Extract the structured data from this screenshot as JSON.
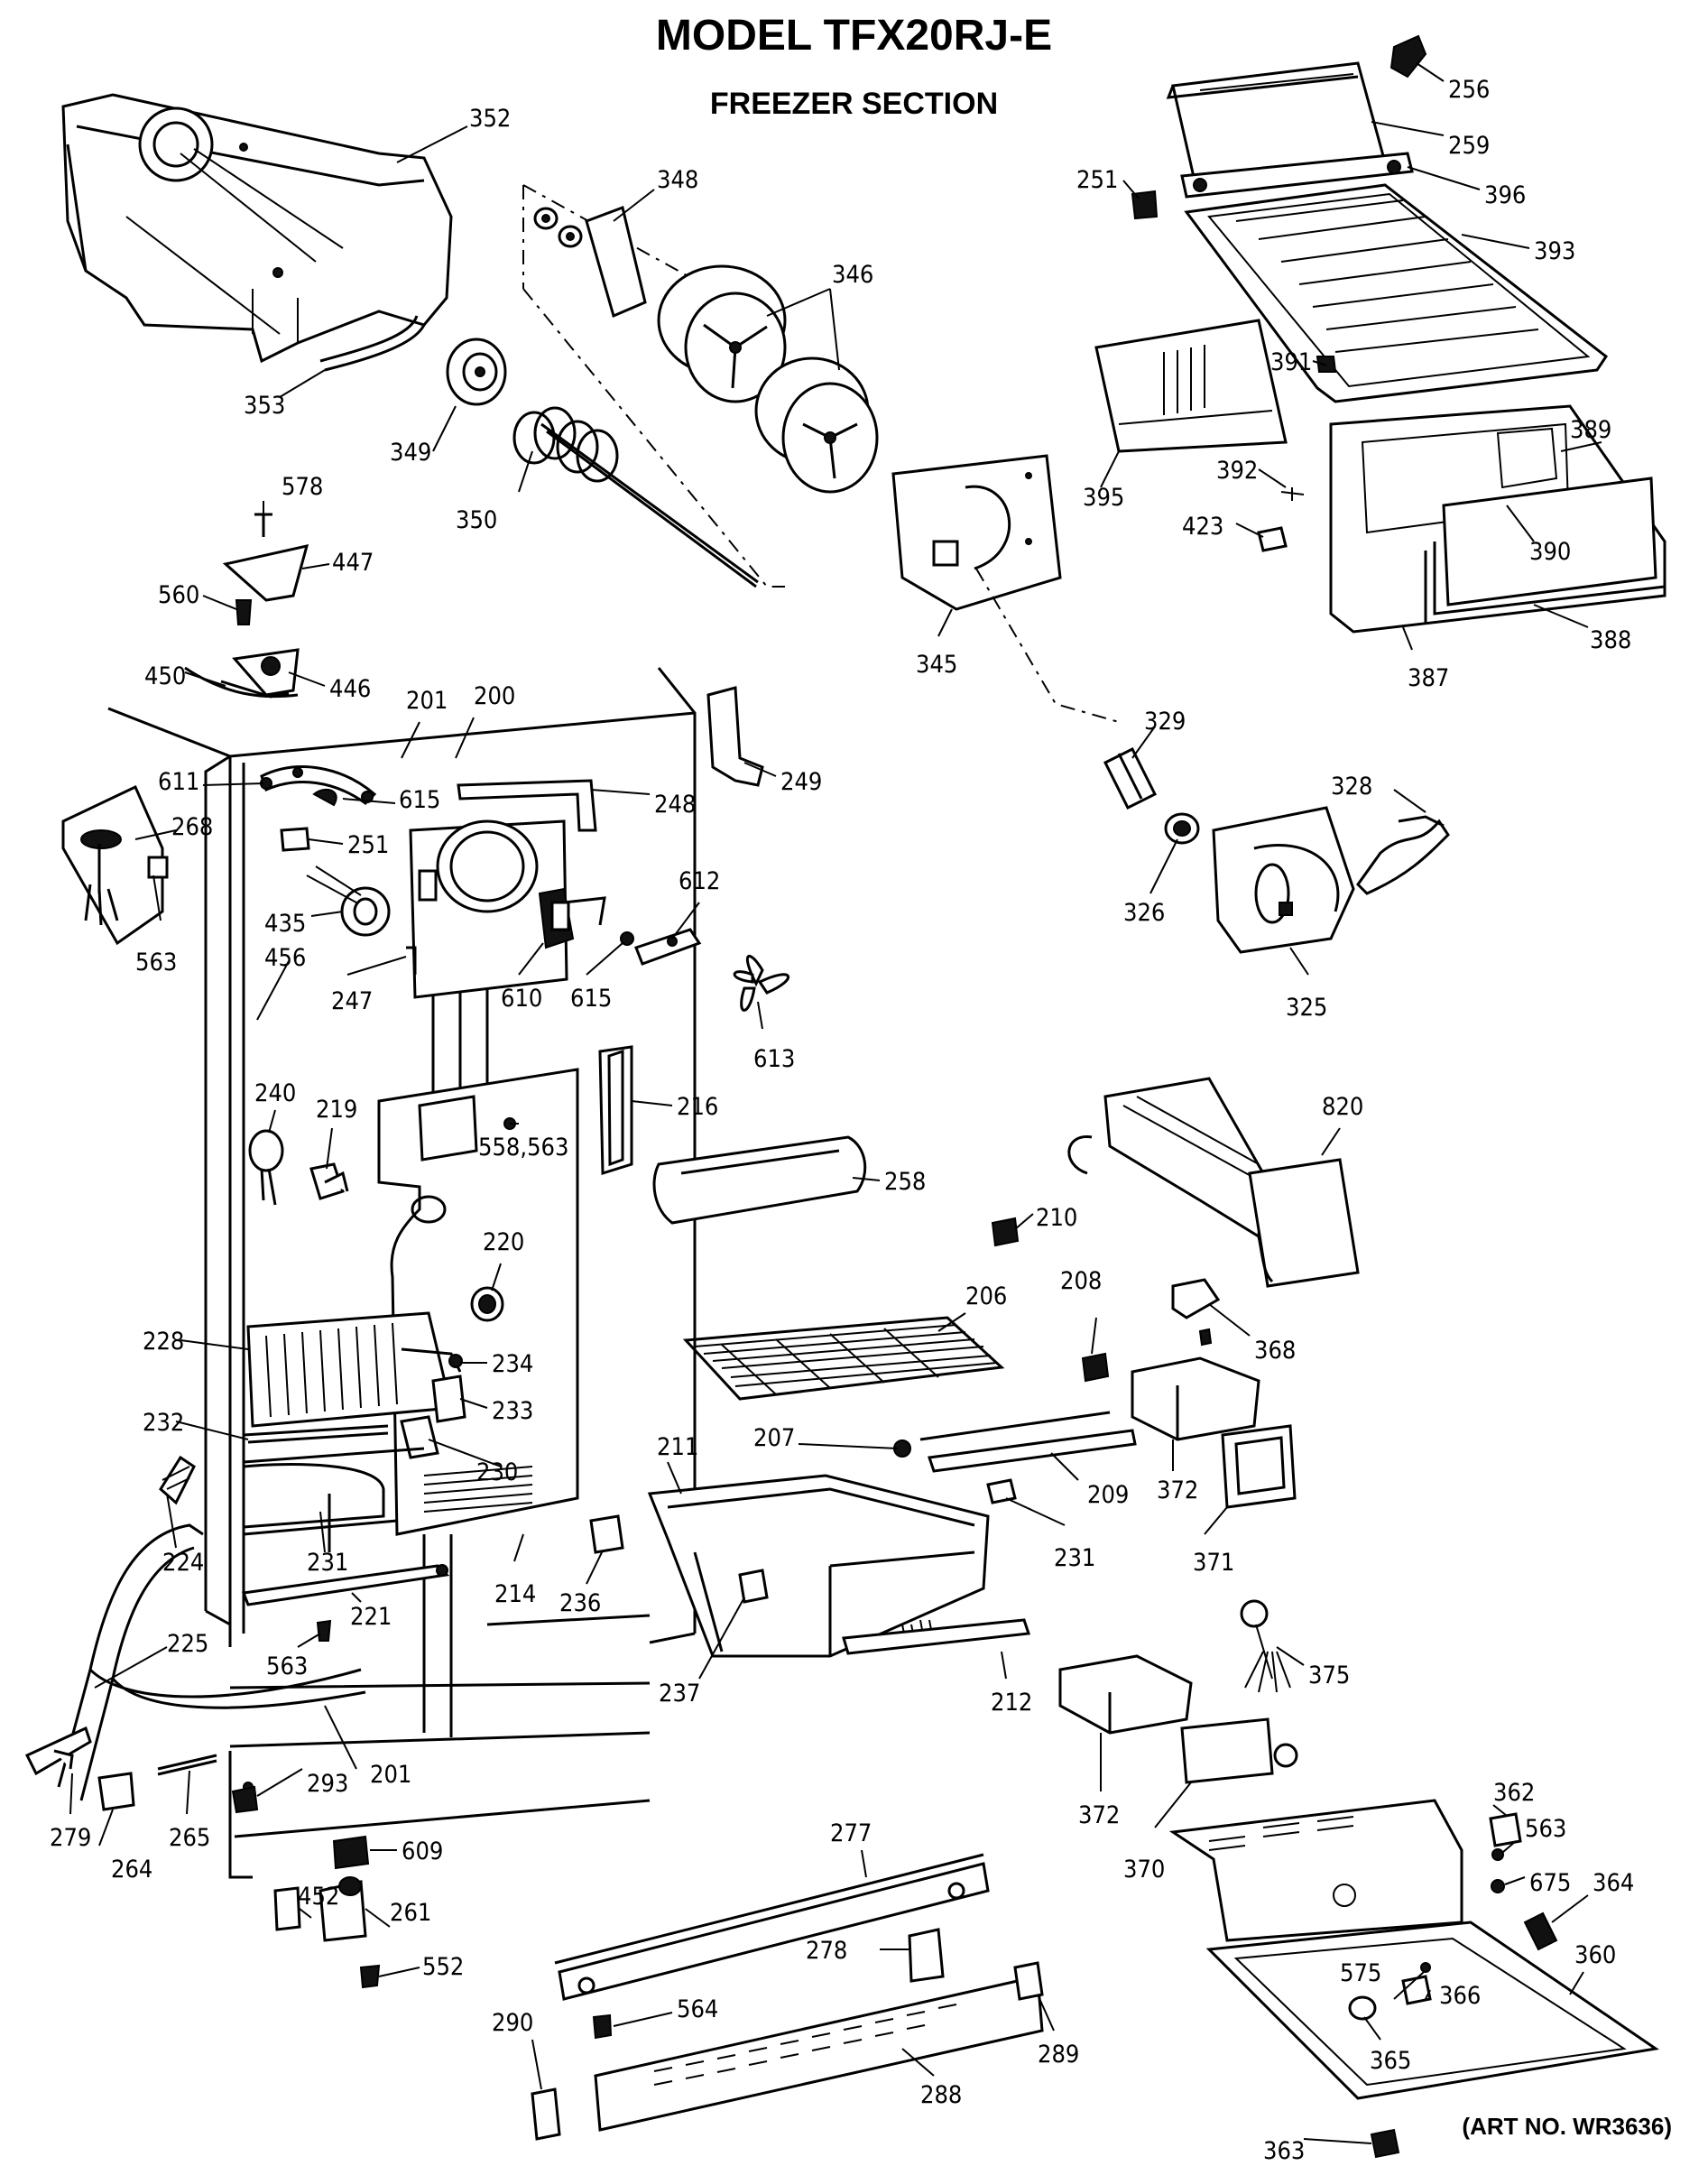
{
  "header": {
    "model": "MODEL TFX20RJ-E",
    "section": "FREEZER SECTION",
    "art_no": "(ART NO. WR3636)"
  },
  "parts": [
    {
      "id": "352",
      "label": "352"
    },
    {
      "id": "348",
      "label": "348"
    },
    {
      "id": "346",
      "label": "346"
    },
    {
      "id": "353",
      "label": "353"
    },
    {
      "id": "349",
      "label": "349"
    },
    {
      "id": "350",
      "label": "350"
    },
    {
      "id": "345",
      "label": "345"
    },
    {
      "id": "256",
      "label": "256"
    },
    {
      "id": "259",
      "label": "259"
    },
    {
      "id": "251a",
      "label": "251"
    },
    {
      "id": "396",
      "label": "396"
    },
    {
      "id": "393",
      "label": "393"
    },
    {
      "id": "391",
      "label": "391"
    },
    {
      "id": "395",
      "label": "395"
    },
    {
      "id": "389",
      "label": "389"
    },
    {
      "id": "392",
      "label": "392"
    },
    {
      "id": "423",
      "label": "423"
    },
    {
      "id": "390",
      "label": "390"
    },
    {
      "id": "388",
      "label": "388"
    },
    {
      "id": "387",
      "label": "387"
    },
    {
      "id": "578",
      "label": "578"
    },
    {
      "id": "447",
      "label": "447"
    },
    {
      "id": "560",
      "label": "560"
    },
    {
      "id": "450",
      "label": "450"
    },
    {
      "id": "446",
      "label": "446"
    },
    {
      "id": "201a",
      "label": "201"
    },
    {
      "id": "200",
      "label": "200"
    },
    {
      "id": "249",
      "label": "249"
    },
    {
      "id": "611",
      "label": "611"
    },
    {
      "id": "615a",
      "label": "615"
    },
    {
      "id": "248",
      "label": "248"
    },
    {
      "id": "268",
      "label": "268"
    },
    {
      "id": "251b",
      "label": "251"
    },
    {
      "id": "612",
      "label": "612"
    },
    {
      "id": "329",
      "label": "329"
    },
    {
      "id": "328",
      "label": "328"
    },
    {
      "id": "326",
      "label": "326"
    },
    {
      "id": "325",
      "label": "325"
    },
    {
      "id": "435",
      "label": "435"
    },
    {
      "id": "456",
      "label": "456"
    },
    {
      "id": "563a",
      "label": "563"
    },
    {
      "id": "247",
      "label": "247"
    },
    {
      "id": "610",
      "label": "610"
    },
    {
      "id": "615b",
      "label": "615"
    },
    {
      "id": "613",
      "label": "613"
    },
    {
      "id": "240",
      "label": "240"
    },
    {
      "id": "219",
      "label": "219"
    },
    {
      "id": "558_563",
      "label": "558,563"
    },
    {
      "id": "216",
      "label": "216"
    },
    {
      "id": "820",
      "label": "820"
    },
    {
      "id": "258",
      "label": "258"
    },
    {
      "id": "220",
      "label": "220"
    },
    {
      "id": "210",
      "label": "210"
    },
    {
      "id": "206",
      "label": "206"
    },
    {
      "id": "208",
      "label": "208"
    },
    {
      "id": "368",
      "label": "368"
    },
    {
      "id": "228",
      "label": "228"
    },
    {
      "id": "234",
      "label": "234"
    },
    {
      "id": "233",
      "label": "233"
    },
    {
      "id": "232",
      "label": "232"
    },
    {
      "id": "230",
      "label": "230"
    },
    {
      "id": "207",
      "label": "207"
    },
    {
      "id": "211",
      "label": "211"
    },
    {
      "id": "209",
      "label": "209"
    },
    {
      "id": "372a",
      "label": "372"
    },
    {
      "id": "224",
      "label": "224"
    },
    {
      "id": "231a",
      "label": "231"
    },
    {
      "id": "231b",
      "label": "231"
    },
    {
      "id": "371",
      "label": "371"
    },
    {
      "id": "214",
      "label": "214"
    },
    {
      "id": "236",
      "label": "236"
    },
    {
      "id": "221",
      "label": "221"
    },
    {
      "id": "225",
      "label": "225"
    },
    {
      "id": "563b",
      "label": "563"
    },
    {
      "id": "237",
      "label": "237"
    },
    {
      "id": "212",
      "label": "212"
    },
    {
      "id": "375",
      "label": "375"
    },
    {
      "id": "372b",
      "label": "372"
    },
    {
      "id": "201b",
      "label": "201"
    },
    {
      "id": "293",
      "label": "293"
    },
    {
      "id": "279",
      "label": "279"
    },
    {
      "id": "265",
      "label": "265"
    },
    {
      "id": "264",
      "label": "264"
    },
    {
      "id": "609",
      "label": "609"
    },
    {
      "id": "277",
      "label": "277"
    },
    {
      "id": "362",
      "label": "362"
    },
    {
      "id": "563c",
      "label": "563"
    },
    {
      "id": "370",
      "label": "370"
    },
    {
      "id": "675",
      "label": "675"
    },
    {
      "id": "364",
      "label": "364"
    },
    {
      "id": "452",
      "label": "452"
    },
    {
      "id": "261",
      "label": "261"
    },
    {
      "id": "552",
      "label": "552"
    },
    {
      "id": "278",
      "label": "278"
    },
    {
      "id": "564",
      "label": "564"
    },
    {
      "id": "360",
      "label": "360"
    },
    {
      "id": "575",
      "label": "575"
    },
    {
      "id": "366",
      "label": "366"
    },
    {
      "id": "290",
      "label": "290"
    },
    {
      "id": "289",
      "label": "289"
    },
    {
      "id": "365",
      "label": "365"
    },
    {
      "id": "288",
      "label": "288"
    },
    {
      "id": "363",
      "label": "363"
    }
  ]
}
